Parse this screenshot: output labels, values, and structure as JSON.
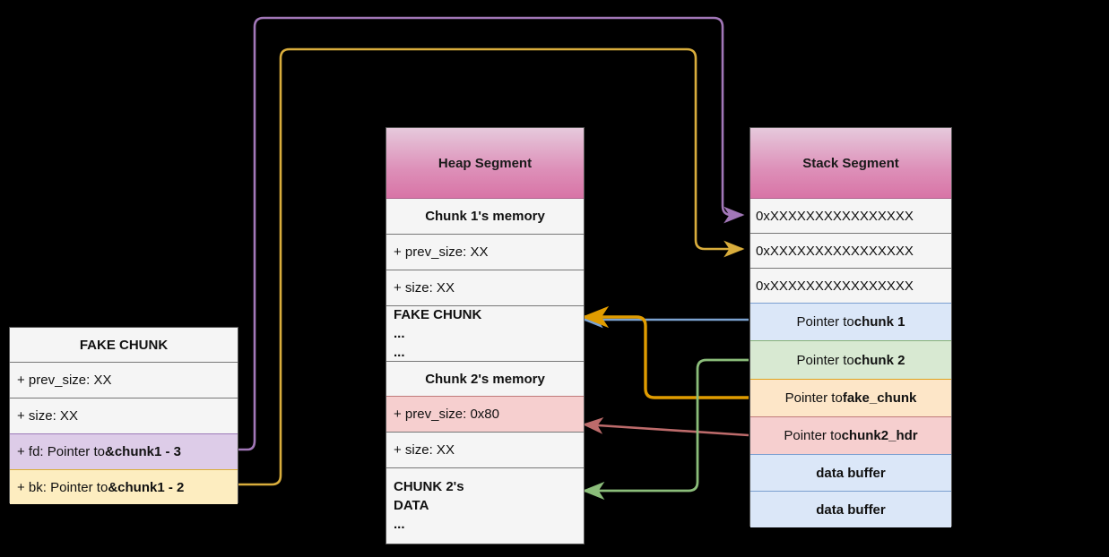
{
  "diagram": {
    "title": "Heap fake chunk / unlink exploitation layout",
    "colors": {
      "purple": "#a277b8",
      "gold": "#d9ad3c",
      "orange": "#e09c00",
      "blue": "#7ba2d0",
      "green": "#8bbd7a",
      "red": "#bd6b6b",
      "header_top": "#e6c9dc",
      "header_bottom": "#d874a6"
    }
  },
  "fake_chunk_table": {
    "title": "FAKE CHUNK",
    "rows": [
      {
        "label": "+ prev_size: XX",
        "style": "plain"
      },
      {
        "label": "+ size: XX",
        "style": "plain"
      },
      {
        "prefix": "+ fd: Pointer to ",
        "strong": "&chunk1 - 3",
        "style": "purple"
      },
      {
        "prefix": "+ bk: Pointer to ",
        "strong": "&chunk1 - 2",
        "style": "yellow"
      }
    ]
  },
  "heap_table": {
    "title": "Heap Segment",
    "rows": [
      {
        "label": "Chunk 1's memory",
        "style": "plain",
        "align": "center"
      },
      {
        "label": "+ prev_size: XX",
        "style": "plain",
        "align": "left"
      },
      {
        "label": "+ size: XX",
        "style": "plain",
        "align": "left"
      },
      {
        "label": "FAKE CHUNK",
        "extra": [
          "...",
          "..."
        ],
        "style": "plain",
        "align": "multiline"
      },
      {
        "label": "Chunk 2's memory",
        "style": "plain",
        "align": "center"
      },
      {
        "label": "+ prev_size: 0x80",
        "style": "red",
        "align": "left"
      },
      {
        "label": "+ size: XX",
        "style": "plain",
        "align": "left"
      },
      {
        "label": "CHUNK 2's",
        "extra": [
          "DATA",
          "..."
        ],
        "style": "plain",
        "align": "multiline"
      }
    ]
  },
  "stack_table": {
    "title": "Stack Segment",
    "rows": [
      {
        "label": "0xXXXXXXXXXXXXXXXX",
        "style": "plain",
        "align": "left"
      },
      {
        "label": "0xXXXXXXXXXXXXXXXX",
        "style": "plain",
        "align": "left"
      },
      {
        "label": "0xXXXXXXXXXXXXXXXX",
        "style": "plain",
        "align": "left"
      },
      {
        "prefix": "Pointer to ",
        "strong": "chunk 1",
        "style": "blue",
        "align": "center"
      },
      {
        "prefix": "Pointer to ",
        "strong": "chunk 2",
        "style": "green",
        "align": "center"
      },
      {
        "prefix": "Pointer to ",
        "strong": "fake_chunk",
        "style": "orange",
        "align": "center"
      },
      {
        "prefix": "Pointer to ",
        "strong": "chunk2_hdr",
        "style": "red",
        "align": "center"
      },
      {
        "label": "data buffer",
        "style": "blue",
        "align": "center",
        "bold": true
      },
      {
        "label": "data buffer",
        "style": "blue",
        "align": "center",
        "bold": true
      }
    ]
  },
  "connectors": [
    {
      "name": "fd-to-stack-slot-1",
      "color": "#a277b8"
    },
    {
      "name": "bk-to-stack-slot-2",
      "color": "#d9ad3c"
    },
    {
      "name": "chunk1-to-fake-chunk",
      "color": "#7ba2d0"
    },
    {
      "name": "fake-chunk-ptr-to-fake-chunk",
      "color": "#e09c00"
    },
    {
      "name": "chunk2hdr-to-prev-size",
      "color": "#bd6b6b"
    },
    {
      "name": "chunk2-to-chunk2-data",
      "color": "#8bbd7a"
    }
  ]
}
